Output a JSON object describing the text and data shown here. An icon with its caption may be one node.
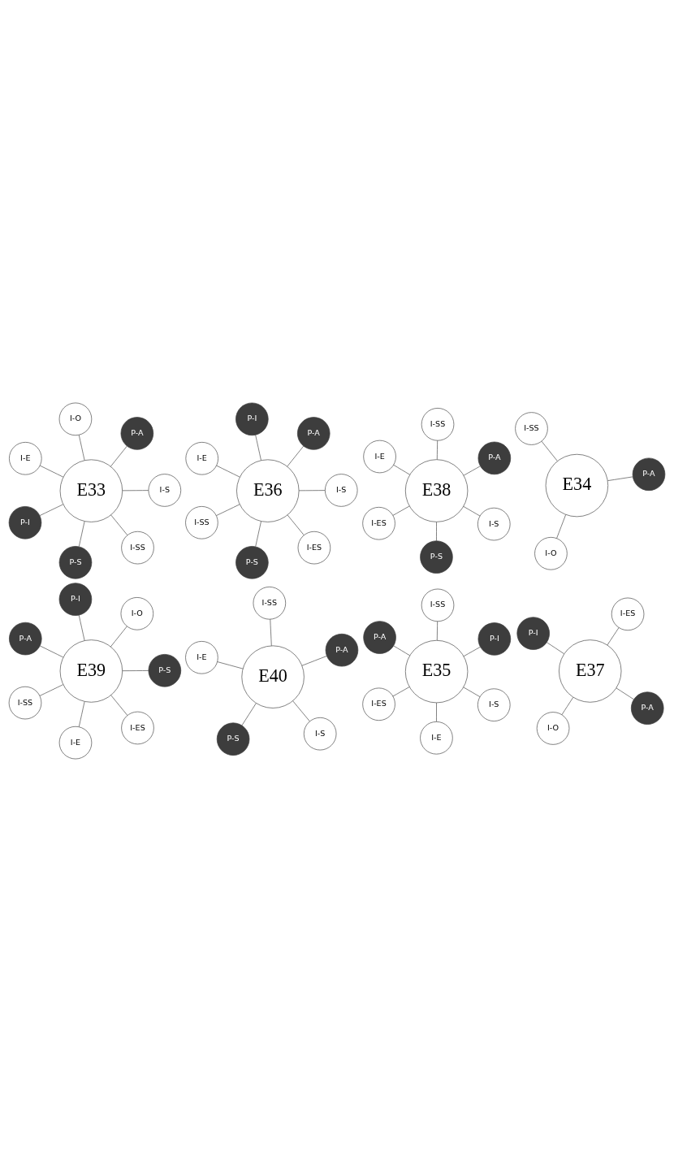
{
  "diagram": {
    "nodes": [
      {
        "text": [
          "E33"
        ]
      },
      {
        "text": [
          "I-S"
        ]
      },
      {
        "text": [
          "P-S"
        ]
      },
      {
        "text": [
          "I-E"
        ]
      },
      {
        "text": [
          "P-A"
        ]
      },
      {
        "text": [
          "I-O"
        ]
      },
      {
        "text": [
          "P-I"
        ]
      },
      {
        "text": [
          "I-SS"
        ]
      },
      {
        "text": [
          "E37"
        ]
      },
      {
        "text": [
          "P-A"
        ]
      },
      {
        "text": [
          "I-O"
        ]
      },
      {
        "text": [
          "P-I"
        ]
      },
      {
        "text": [
          "I-ES"
        ]
      },
      {
        "text": [
          "E34"
        ]
      },
      {
        "text": [
          "P-A"
        ]
      },
      {
        "text": [
          "I-O"
        ]
      },
      {
        "text": [
          "I-SS"
        ]
      },
      {
        "text": [
          "E38"
        ]
      },
      {
        "text": [
          "I-S"
        ]
      },
      {
        "text": [
          "P-S"
        ]
      },
      {
        "text": [
          "I-E"
        ]
      },
      {
        "text": [
          "P-A"
        ]
      },
      {
        "text": [
          "I-SS"
        ]
      },
      {
        "text": [
          "I-ES"
        ]
      },
      {
        "text": [
          "E35"
        ]
      },
      {
        "text": [
          "I-S"
        ]
      },
      {
        "text": [
          "I-E"
        ]
      },
      {
        "text": [
          "P-A"
        ]
      },
      {
        "text": [
          "P-I"
        ]
      },
      {
        "text": [
          "I-SS"
        ]
      },
      {
        "text": [
          "I-ES"
        ]
      },
      {
        "text": [
          "E39"
        ]
      },
      {
        "text": [
          "P-S"
        ]
      },
      {
        "text": [
          "I-E"
        ]
      },
      {
        "text": [
          "P-A"
        ]
      },
      {
        "text": [
          "I-O"
        ]
      },
      {
        "text": [
          "P-I"
        ]
      },
      {
        "text": [
          "I-SS"
        ]
      },
      {
        "text": [
          "I-ES"
        ]
      },
      {
        "text": [
          "E36"
        ]
      },
      {
        "text": [
          "I-S"
        ]
      },
      {
        "text": [
          "P-S"
        ]
      },
      {
        "text": [
          "I-E"
        ]
      },
      {
        "text": [
          "P-A"
        ]
      },
      {
        "text": [
          "P-I"
        ]
      },
      {
        "text": [
          "I-SS"
        ]
      },
      {
        "text": [
          "I-ES"
        ]
      },
      {
        "text": [
          "E40"
        ]
      },
      {
        "text": [
          "I-S"
        ]
      },
      {
        "text": [
          "P-S"
        ]
      },
      {
        "text": [
          "I-E"
        ]
      },
      {
        "text": [
          "P-A"
        ]
      },
      {
        "text": [
          "I-SS"
        ]
      }
    ],
    "edges": [
      {
        "from": 0,
        "to": 1,
        "arrow": "none"
      },
      {
        "from": 0,
        "to": 2,
        "arrow": "none"
      },
      {
        "from": 0,
        "to": 3,
        "arrow": "none"
      },
      {
        "from": 0,
        "to": 4,
        "arrow": "none"
      },
      {
        "from": 0,
        "to": 5,
        "arrow": "none"
      },
      {
        "from": 0,
        "to": 6,
        "arrow": "none"
      },
      {
        "from": 0,
        "to": 7,
        "arrow": "none"
      },
      {
        "from": 8,
        "to": 9,
        "arrow": "none"
      },
      {
        "from": 8,
        "to": 10,
        "arrow": "none"
      },
      {
        "from": 8,
        "to": 11,
        "arrow": "none"
      },
      {
        "from": 8,
        "to": 12,
        "arrow": "none"
      },
      {
        "from": 13,
        "to": 14,
        "arrow": "none"
      },
      {
        "from": 13,
        "to": 15,
        "arrow": "none"
      },
      {
        "from": 13,
        "to": 16,
        "arrow": "none"
      },
      {
        "from": 17,
        "to": 18,
        "arrow": "none"
      },
      {
        "from": 17,
        "to": 19,
        "arrow": "none"
      },
      {
        "from": 17,
        "to": 20,
        "arrow": "none"
      },
      {
        "from": 17,
        "to": 21,
        "arrow": "none"
      },
      {
        "from": 17,
        "to": 22,
        "arrow": "none"
      },
      {
        "from": 17,
        "to": 23,
        "arrow": "none"
      },
      {
        "from": 24,
        "to": 25,
        "arrow": "none"
      },
      {
        "from": 24,
        "to": 26,
        "arrow": "none"
      },
      {
        "from": 24,
        "to": 27,
        "arrow": "none"
      },
      {
        "from": 24,
        "to": 28,
        "arrow": "none"
      },
      {
        "from": 24,
        "to": 29,
        "arrow": "none"
      },
      {
        "from": 24,
        "to": 30,
        "arrow": "none"
      },
      {
        "from": 31,
        "to": 32,
        "arrow": "none"
      },
      {
        "from": 31,
        "to": 33,
        "arrow": "none"
      },
      {
        "from": 31,
        "to": 34,
        "arrow": "none"
      },
      {
        "from": 31,
        "to": 35,
        "arrow": "none"
      },
      {
        "from": 31,
        "to": 36,
        "arrow": "none"
      },
      {
        "from": 31,
        "to": 37,
        "arrow": "none"
      },
      {
        "from": 31,
        "to": 38,
        "arrow": "none"
      },
      {
        "from": 39,
        "to": 40,
        "arrow": "none"
      },
      {
        "from": 39,
        "to": 41,
        "arrow": "none"
      },
      {
        "from": 39,
        "to": 42,
        "arrow": "none"
      },
      {
        "from": 39,
        "to": 43,
        "arrow": "none"
      },
      {
        "from": 39,
        "to": 44,
        "arrow": "none"
      },
      {
        "from": 39,
        "to": 45,
        "arrow": "none"
      },
      {
        "from": 39,
        "to": 46,
        "arrow": "none"
      },
      {
        "from": 47,
        "to": 48,
        "arrow": "none"
      },
      {
        "from": 47,
        "to": 49,
        "arrow": "none"
      },
      {
        "from": 47,
        "to": 50,
        "arrow": "none"
      },
      {
        "from": 47,
        "to": 51,
        "arrow": "none"
      },
      {
        "from": 47,
        "to": 52,
        "arrow": "none"
      }
    ]
  }
}
